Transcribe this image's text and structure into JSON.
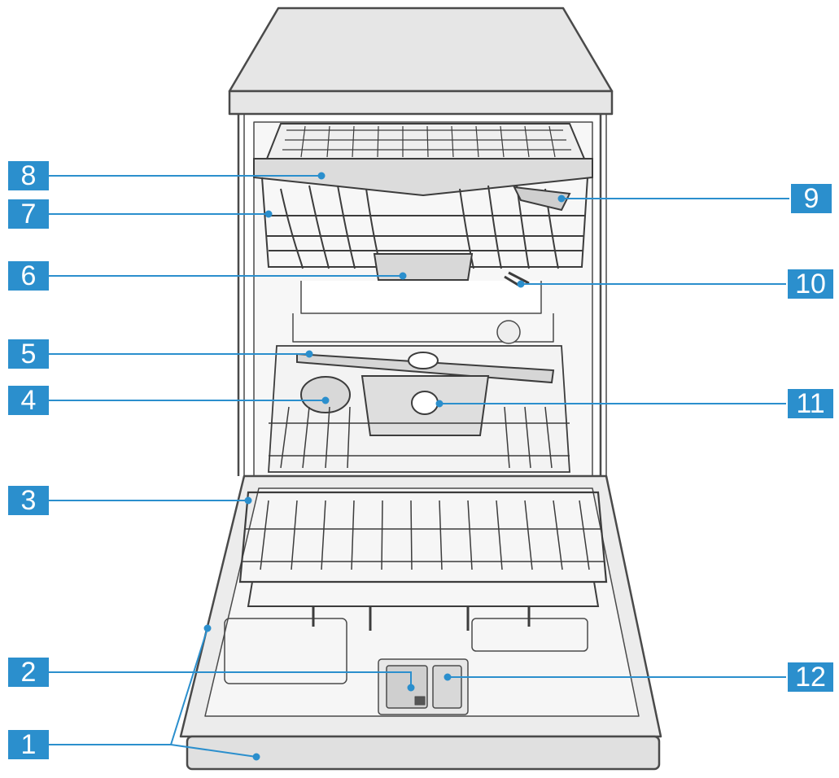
{
  "colors": {
    "badge": "#2b8fcd",
    "leader": "#2b8fcd",
    "outline": "#4a4a4a",
    "body_fill": "#e6e6e6",
    "inner_fill": "#f4f4f4",
    "rack_wire": "#3c3c3c"
  },
  "callouts": [
    {
      "label": "1",
      "part_icon": "door-bottom-icon"
    },
    {
      "label": "2",
      "part_icon": "rinse-aid-dispenser-icon"
    },
    {
      "label": "3",
      "part_icon": "lower-basket-icon"
    },
    {
      "label": "4",
      "part_icon": "salt-container-icon"
    },
    {
      "label": "5",
      "part_icon": "lower-spray-arm-icon"
    },
    {
      "label": "6",
      "part_icon": "upper-spray-arm-icon"
    },
    {
      "label": "7",
      "part_icon": "upper-basket-icon"
    },
    {
      "label": "8",
      "part_icon": "cutlery-drawer-icon"
    },
    {
      "label": "9",
      "part_icon": "upper-basket-lever-icon"
    },
    {
      "label": "10",
      "part_icon": "top-spray-arm-icon"
    },
    {
      "label": "11",
      "part_icon": "filter-system-icon"
    },
    {
      "label": "12",
      "part_icon": "detergent-dispenser-icon"
    }
  ]
}
